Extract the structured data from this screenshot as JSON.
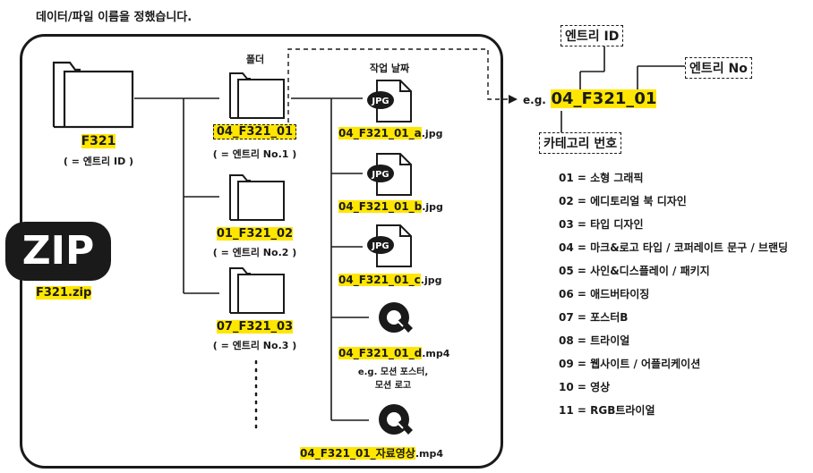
{
  "colors": {
    "highlight": "#ffe600",
    "ink": "#1a1a1a"
  },
  "header": {
    "title": "데이터/파일 이름을 정했습니다."
  },
  "zip": {
    "badge": "ZIP",
    "filename": "F321.zip"
  },
  "root": {
    "name": "F321",
    "note": "( = 엔트리 ID )"
  },
  "columns": {
    "folder": "폴더",
    "work": "작업 날짜"
  },
  "folders": [
    {
      "name": "04_F321_01",
      "note": "( = 엔트리 No.1 )"
    },
    {
      "name": "01_F321_02",
      "note": "( = 엔트리 No.2 )"
    },
    {
      "name": "07_F321_03",
      "note": "( = 엔트리 No.3 )"
    }
  ],
  "files": [
    {
      "icon": "jpg-file-icon",
      "icon_label": "JPG",
      "base": "04_F321_01_a",
      "ext": ".jpg"
    },
    {
      "icon": "jpg-file-icon",
      "icon_label": "JPG",
      "base": "04_F321_01_b",
      "ext": ".jpg"
    },
    {
      "icon": "jpg-file-icon",
      "icon_label": "JPG",
      "base": "04_F321_01_c",
      "ext": ".jpg"
    },
    {
      "icon": "quicktime-icon",
      "base": "04_F321_01_d",
      "ext": ".mp4",
      "note1": "e.g. 모션 포스터,",
      "note2": "모션 로고"
    },
    {
      "icon": "quicktime-icon",
      "base": "04_F321_01_자료영상",
      "ext": ".mp4"
    }
  ],
  "legend": {
    "entry_id_label": "엔트리 ID",
    "entry_no_label": "엔트리 No",
    "example_prefix": "e.g.",
    "example_part1": "04",
    "example_part2": "F321",
    "example_part3": "01",
    "example_sep": "_",
    "category_label": "카테고리 번호"
  },
  "categories": [
    "01 = 소형 그래픽",
    "02 = 에디토리얼 북 디자인",
    "03 = 타입 디자인",
    "04 = 마크&로고 타입 / 코퍼레이트 문구 / 브랜딩",
    "05 = 사인&디스플레이 / 패키지",
    "06 = 애드버타이징",
    "07 = 포스터B",
    "08 = 트라이얼",
    "09 = 웹사이트 / 어플리케이션",
    "10 = 영상",
    "11 = RGB트라이얼"
  ]
}
